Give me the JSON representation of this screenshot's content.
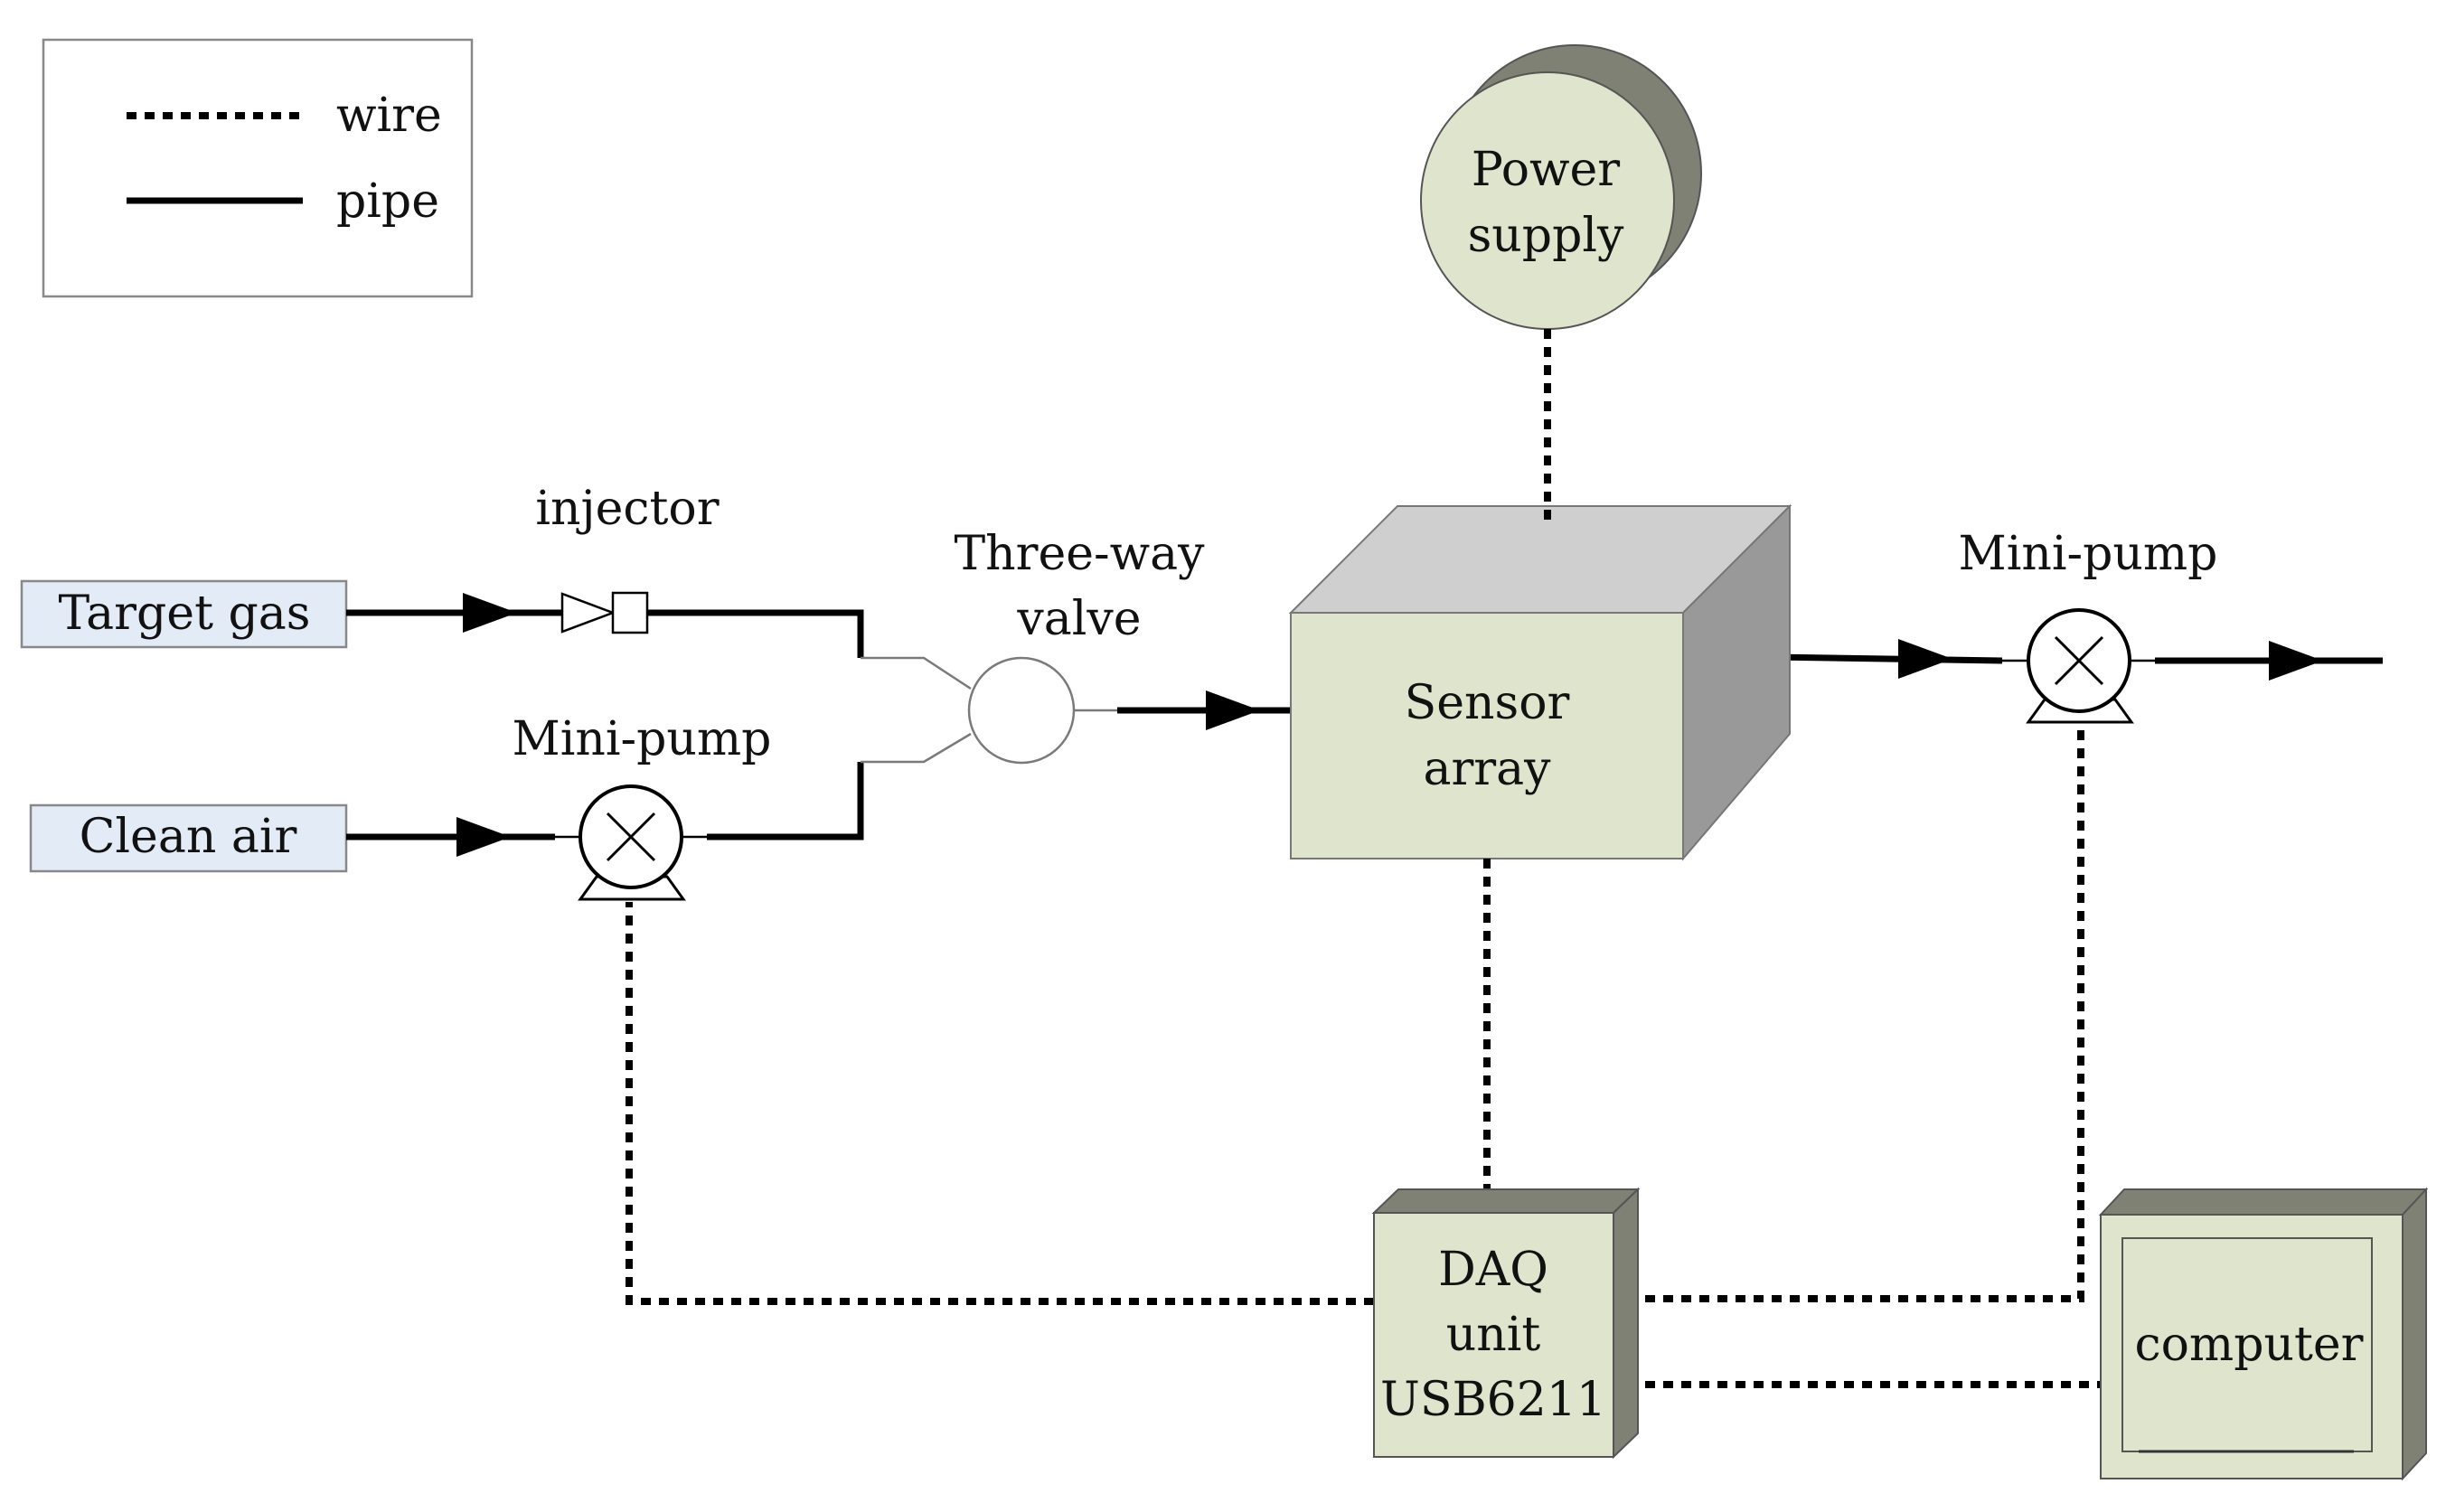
{
  "legend": {
    "wire_label": "wire",
    "pipe_label": "pipe"
  },
  "sources": {
    "target_gas": "Target gas",
    "clean_air": "Clean air"
  },
  "components": {
    "injector": "injector",
    "mini_pump_left": "Mini-pump",
    "three_way_valve_line1": "Three-way",
    "three_way_valve_line2": "valve",
    "power_supply_line1": "Power",
    "power_supply_line2": "supply",
    "sensor_array_line1": "Sensor",
    "sensor_array_line2": "array",
    "mini_pump_right": "Mini-pump",
    "daq_line1": "DAQ",
    "daq_line2": "unit",
    "daq_line3": "USB6211",
    "computer": "computer"
  },
  "colors": {
    "source_box_fill": "#e3ebf6",
    "component_fill": "#dfe5cc",
    "shadow_dark": "#7f8174",
    "box_top": "#cfcfcf",
    "box_side": "#999999"
  }
}
